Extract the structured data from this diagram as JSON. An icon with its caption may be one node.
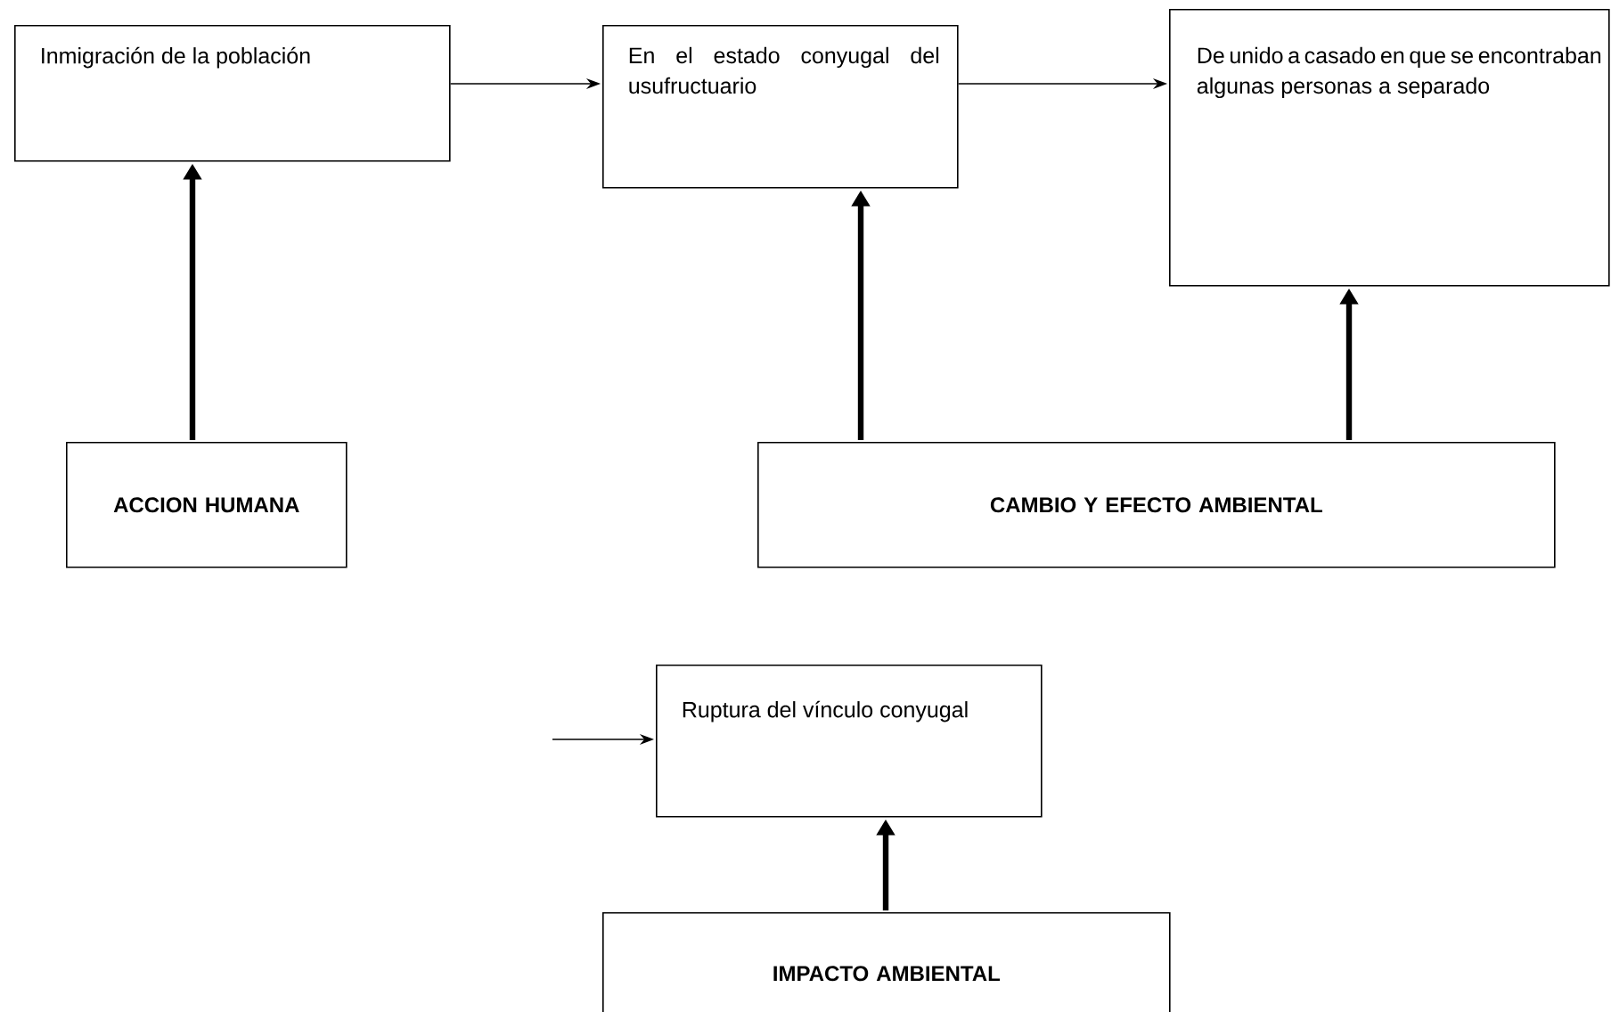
{
  "diagram": {
    "nodes": [
      {
        "text": [
          "Inmigración de la población"
        ]
      },
      {
        "text": [
          "En el estado conyugal del usufructuario"
        ]
      },
      {
        "text": [
          "De unido a casado en que se encontraban algunas personas a separado"
        ]
      },
      {
        "text": [
          "ACCION HUMANA"
        ]
      },
      {
        "text": [
          "CAMBIO Y EFECTO AMBIENTAL"
        ]
      },
      {
        "text": [
          "Ruptura del vínculo conyugal"
        ]
      },
      {
        "text": [
          "IMPACTO AMBIENTAL"
        ]
      }
    ],
    "edges": [
      {
        "from": 0,
        "to": 1,
        "arrow": "to"
      },
      {
        "from": 1,
        "to": 2,
        "arrow": "to"
      },
      {
        "from": 3,
        "to": 0,
        "arrow": "to"
      },
      {
        "from": 4,
        "to": 1,
        "arrow": "to"
      },
      {
        "from": 4,
        "to": 2,
        "arrow": "to"
      },
      {
        "from": null,
        "to": 5,
        "arrow": "to"
      },
      {
        "from": 6,
        "to": 5,
        "arrow": "to"
      }
    ]
  }
}
